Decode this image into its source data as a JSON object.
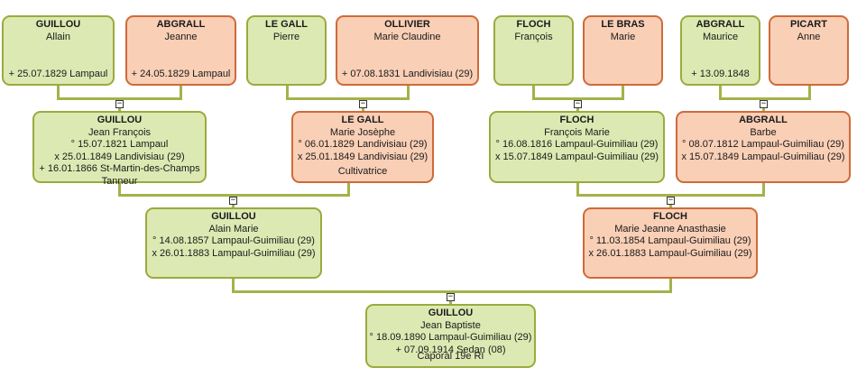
{
  "colors": {
    "male_fill": "#dde9b3",
    "male_border": "#9aaa3e",
    "female_fill": "#f9cfb6",
    "female_border": "#cf6a3a",
    "connector": "#a4b24a"
  },
  "toggle_icon": "minus-square-icon",
  "toggle_glyph": "−",
  "persons": [
    {
      "id": "guillou-allain",
      "sex": "m",
      "surname": "GUILLOU",
      "given": "Allain",
      "lines": [],
      "bottom": "+ 25.07.1829 Lampaul"
    },
    {
      "id": "abgrall-jeanne",
      "sex": "f",
      "surname": "ABGRALL",
      "given": "Jeanne",
      "lines": [],
      "bottom": "+ 24.05.1829 Lampaul"
    },
    {
      "id": "legall-pierre",
      "sex": "m",
      "surname": "LE GALL",
      "given": "Pierre",
      "lines": [],
      "bottom": ""
    },
    {
      "id": "ollivier-marie-claudine",
      "sex": "f",
      "surname": "OLLIVIER",
      "given": "Marie Claudine",
      "lines": [],
      "bottom": "+ 07.08.1831 Landivisiau (29)"
    },
    {
      "id": "floch-francois",
      "sex": "m",
      "surname": "FLOCH",
      "given": "François",
      "lines": [],
      "bottom": ""
    },
    {
      "id": "lebras-marie",
      "sex": "f",
      "surname": "LE BRAS",
      "given": "Marie",
      "lines": [],
      "bottom": ""
    },
    {
      "id": "abgrall-maurice",
      "sex": "m",
      "surname": "ABGRALL",
      "given": "Maurice",
      "lines": [],
      "bottom": "+ 13.09.1848"
    },
    {
      "id": "picart-anne",
      "sex": "f",
      "surname": "PICART",
      "given": "Anne",
      "lines": [],
      "bottom": ""
    },
    {
      "id": "guillou-jean-francois",
      "sex": "m",
      "surname": "GUILLOU",
      "given": "Jean François",
      "lines": [
        "° 15.07.1821 Lampaul",
        "x 25.01.1849 Landivisiau (29)",
        "+ 16.01.1866 St-Martin-des-Champs",
        "Tanneur"
      ],
      "bottom": ""
    },
    {
      "id": "legall-marie-josephe",
      "sex": "f",
      "surname": "LE GALL",
      "given": "Marie Josèphe",
      "lines": [
        "° 06.01.1829 Landivisiau (29)",
        "x 25.01.1849 Landivisiau (29)"
      ],
      "bottom": "Cultivatrice"
    },
    {
      "id": "floch-francois-marie",
      "sex": "m",
      "surname": "FLOCH",
      "given": "François Marie",
      "lines": [
        "° 16.08.1816 Lampaul-Guimiliau (29)",
        "x 15.07.1849 Lampaul-Guimiliau (29)"
      ],
      "bottom": ""
    },
    {
      "id": "abgrall-barbe",
      "sex": "f",
      "surname": "ABGRALL",
      "given": "Barbe",
      "lines": [
        "° 08.07.1812 Lampaul-Guimiliau (29)",
        "x 15.07.1849 Lampaul-Guimiliau (29)"
      ],
      "bottom": ""
    },
    {
      "id": "guillou-alain-marie",
      "sex": "m",
      "surname": "GUILLOU",
      "given": "Alain Marie",
      "lines": [
        "° 14.08.1857 Lampaul-Guimiliau (29)",
        "x 26.01.1883 Lampaul-Guimiliau (29)"
      ],
      "bottom": ""
    },
    {
      "id": "floch-marie-jeanne-anasthasie",
      "sex": "f",
      "surname": "FLOCH",
      "given": "Marie Jeanne Anasthasie",
      "lines": [
        "° 11.03.1854 Lampaul-Guimiliau (29)",
        "x 26.01.1883 Lampaul-Guimiliau (29)"
      ],
      "bottom": ""
    },
    {
      "id": "guillou-jean-baptiste",
      "sex": "m",
      "surname": "GUILLOU",
      "given": "Jean Baptiste",
      "lines": [
        "° 18.09.1890 Lampaul-Guimiliau (29)",
        "+ 07.09.1914 Sedan (08)"
      ],
      "bottom": "Caporal 19e RI"
    }
  ]
}
